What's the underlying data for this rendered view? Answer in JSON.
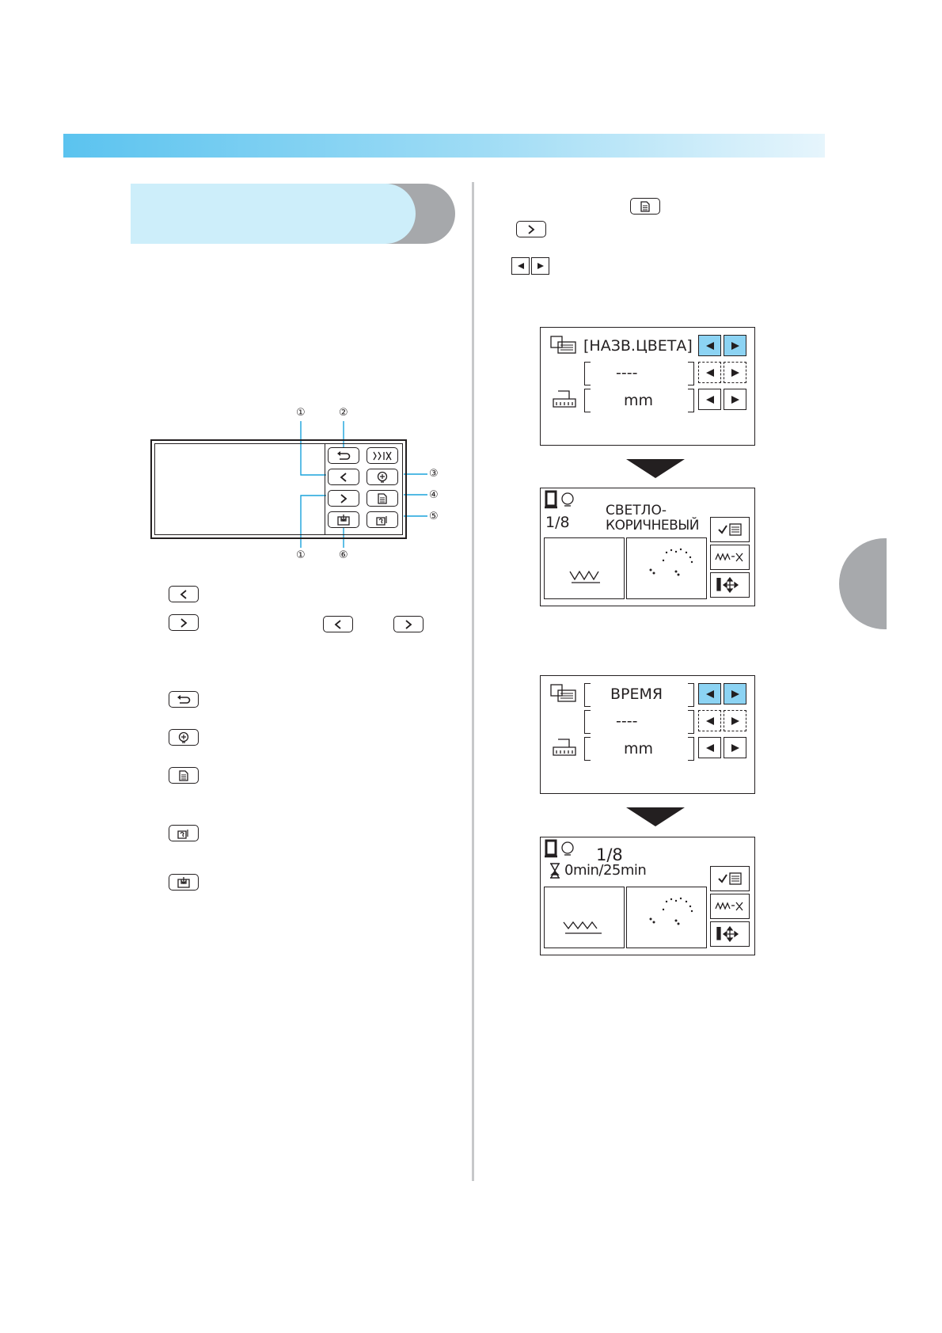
{
  "colors": {
    "accent_blue": "#5bc3ef",
    "light_blue": "#cdeefa",
    "button_highlight": "#8cd3f3",
    "grey": "#a6a8ab"
  },
  "panel_callouts": {
    "c1_top": "①",
    "c2": "②",
    "c3": "③",
    "c4": "④",
    "c5": "⑤",
    "c1_bottom": "①",
    "c6": "⑥"
  },
  "screen1": {
    "row1": "[НАЗВ.ЦВЕТА]",
    "row2": "----",
    "row3": "mm"
  },
  "screen2": {
    "counter": "1/8",
    "line1": "СВЕТЛО-",
    "line2": "КОРИЧНЕВЫЙ"
  },
  "screen3": {
    "row1": "ВРЕМЯ",
    "row2": "----",
    "row3": "mm"
  },
  "screen4": {
    "counter": "1/8",
    "time": "0min/25min"
  },
  "icons": [
    "left-key-icon",
    "right-key-icon",
    "back-key-icon",
    "embroidery-key-icon",
    "display-key-icon",
    "settings-key-icon",
    "memory-key-icon",
    "arrow-left-icon",
    "arrow-right-icon"
  ]
}
